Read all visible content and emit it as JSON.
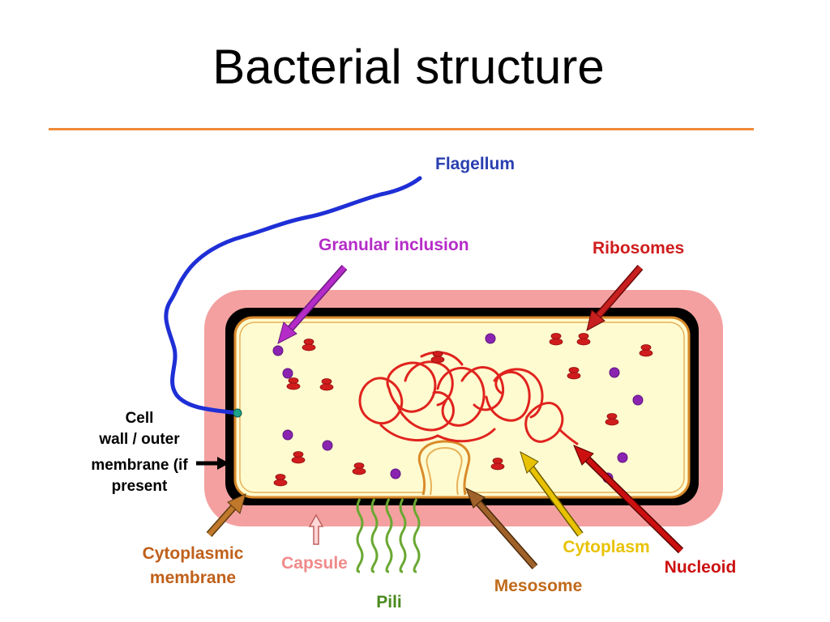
{
  "slide": {
    "title": "Bacterial structure"
  },
  "labels": {
    "flagellum": "Flagellum",
    "granular_inclusion": "Granular inclusion",
    "ribosomes": "Ribosomes",
    "cell_wall_line1": "Cell",
    "cell_wall_line2": "wall / outer",
    "cell_wall_line3": "membrane (if",
    "cell_wall_line4": "present",
    "cytoplasmic_line1": "Cytoplasmic",
    "cytoplasmic_line2": "membrane",
    "capsule": "Capsule",
    "pili": "Pili",
    "mesosome": "Mesosome",
    "cytoplasm": "Cytoplasm",
    "nucleoid": "Nucleoid"
  },
  "colors": {
    "title_rule": "#f08a3a",
    "flagellum": "#1f2fd6",
    "granular_inclusion": "#b52bc8",
    "ribosomes": "#d01c1c",
    "capsule": "#f4a0a0",
    "capsule_label": "#f08a8a",
    "cell_wall": "#000000",
    "cytoplasmic_membrane": "#d98a2a",
    "cytoplasm_fill": "#fffbd0",
    "cytoplasm_label": "#e8c200",
    "mesosome": "#c06a1a",
    "pili": "#6aa832",
    "nucleoid": "#cc1010"
  }
}
